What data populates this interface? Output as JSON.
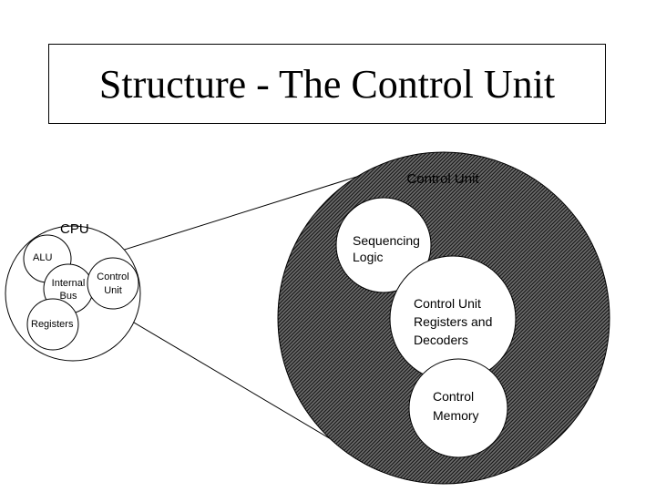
{
  "title": "Structure - The Control Unit",
  "cpu": {
    "label": "CPU",
    "alu": "ALU",
    "internal_bus": [
      "Internal",
      "Bus"
    ],
    "control_unit": [
      "Control",
      "Unit"
    ],
    "registers": "Registers"
  },
  "control_unit_detail": {
    "label": "Control Unit",
    "sequencing_logic": [
      "Sequencing",
      "Logic"
    ],
    "registers_decoders": [
      "Control Unit",
      "Registers and",
      "Decoders"
    ],
    "control_memory": [
      "Control",
      "Memory"
    ]
  },
  "colors": {
    "outline": "#000000",
    "hatch_background": "#6e6e6e",
    "hatch_line": "#1a1a1a",
    "fill": "#ffffff"
  }
}
